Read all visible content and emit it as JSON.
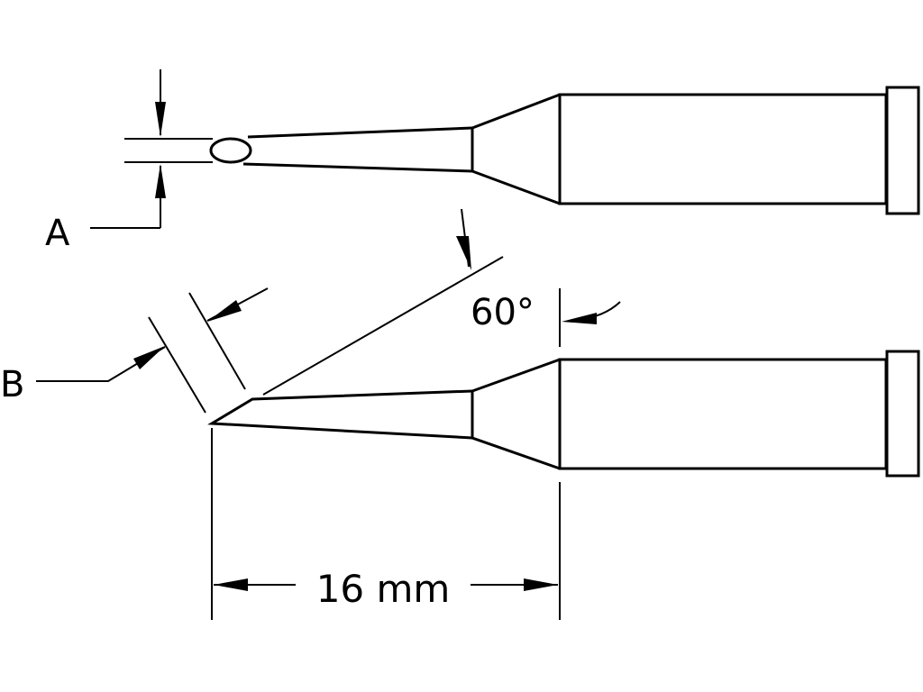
{
  "diagram": {
    "type": "technical-drawing",
    "subject": "soldering tip dimensions",
    "colors": {
      "line": "#000000",
      "background": "#ffffff"
    },
    "labels": {
      "dimension_a": "A",
      "dimension_b": "B",
      "angle": "60°",
      "length": "16 mm"
    },
    "views": [
      {
        "name": "top-view",
        "description": "Tip with rounded end, dimension A across tip diameter"
      },
      {
        "name": "side-view",
        "description": "Beveled tip at 60°, dimension B across bevel, overall length 16 mm"
      }
    ]
  }
}
